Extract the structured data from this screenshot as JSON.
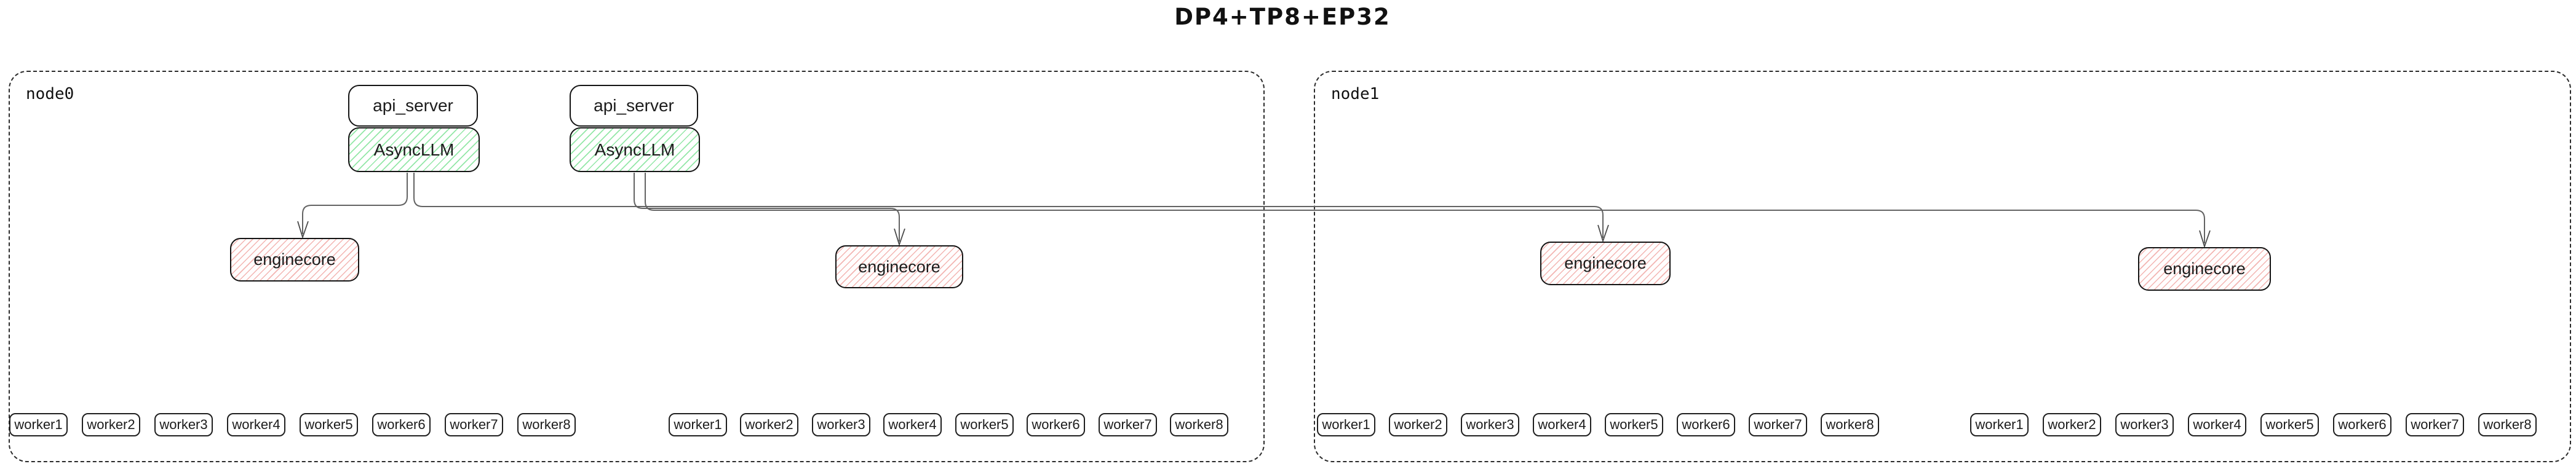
{
  "title": "DP4+TP8+EP32",
  "colors": {
    "background": "#ffffff",
    "box_border": "#141414",
    "node_border_dashed": "#2b2b2b",
    "asyncllm_hatch_green": "#93e7a7",
    "enginecore_hatch_red": "#f3b5b2",
    "connector_line": "#636363",
    "text": "#1a1a1a"
  },
  "labels": {
    "api_server": "api_server",
    "asyncllm": "AsyncLLM",
    "enginecore": "enginecore"
  },
  "nodes": [
    {
      "label": "node0",
      "api_server_stacks": [
        {
          "api_server": "api_server",
          "asyncllm": "AsyncLLM"
        },
        {
          "api_server": "api_server",
          "asyncllm": "AsyncLLM"
        }
      ],
      "enginecores": [
        "enginecore",
        "enginecore"
      ],
      "worker_groups": [
        [
          "worker1",
          "worker2",
          "worker3",
          "worker4",
          "worker5",
          "worker6",
          "worker7",
          "worker8"
        ],
        [
          "worker1",
          "worker2",
          "worker3",
          "worker4",
          "worker5",
          "worker6",
          "worker7",
          "worker8"
        ]
      ]
    },
    {
      "label": "node1",
      "api_server_stacks": [],
      "enginecores": [
        "enginecore",
        "enginecore"
      ],
      "worker_groups": [
        [
          "worker1",
          "worker2",
          "worker3",
          "worker4",
          "worker5",
          "worker6",
          "worker7",
          "worker8"
        ],
        [
          "worker1",
          "worker2",
          "worker3",
          "worker4",
          "worker5",
          "worker6",
          "worker7",
          "worker8"
        ]
      ]
    }
  ],
  "connections": [
    {
      "from": "AsyncLLM-1",
      "to": "enginecore-1 (node0)"
    },
    {
      "from": "AsyncLLM-1",
      "to": "enginecore-3 (node1)"
    },
    {
      "from": "AsyncLLM-2",
      "to": "enginecore-2 (node0)"
    },
    {
      "from": "AsyncLLM-2",
      "to": "enginecore-4 (node1)"
    }
  ]
}
